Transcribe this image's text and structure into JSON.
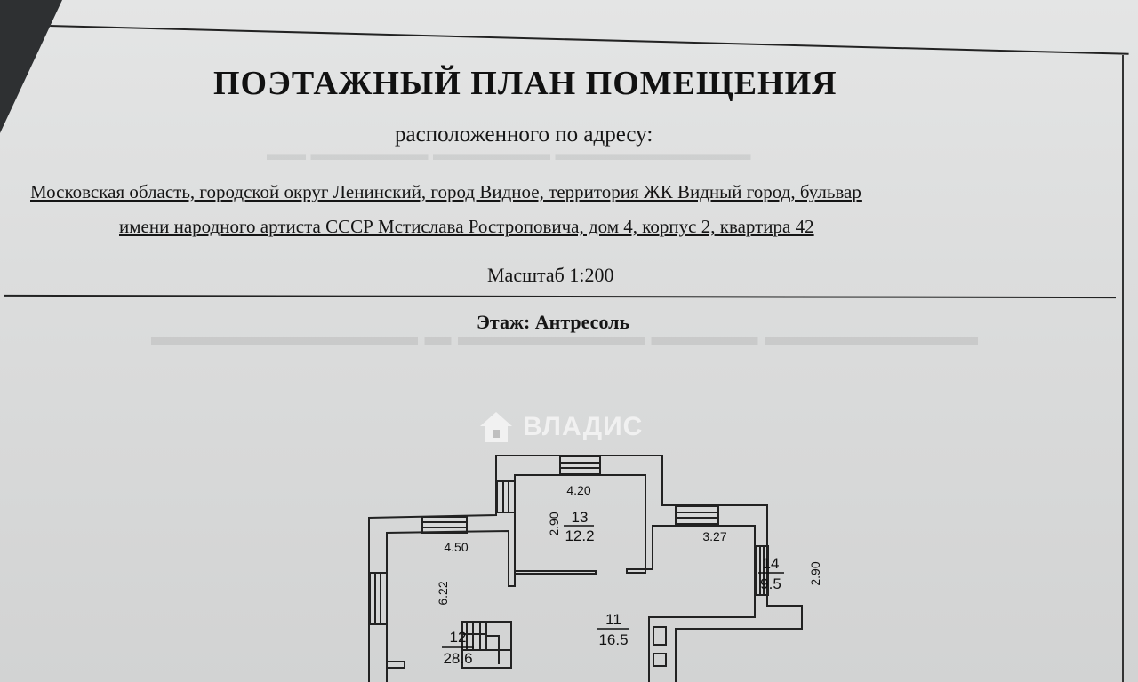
{
  "document": {
    "title": "ПОЭТАЖНЫЙ ПЛАН ПОМЕЩЕНИЯ",
    "subtitle": "расположенного по адресу:",
    "address_line1": "Московская область, городской округ Ленинский, город Видное, территория ЖК Видный город, бульвар",
    "address_line2": "имени народного артиста СССР Мстислава Ростроповича, дом 4, корпус 2, квартира 42",
    "scale": "Масштаб 1:200",
    "floor": "Этаж: Антресоль"
  },
  "watermark": {
    "text": "ВЛАДИС",
    "icon": "house-icon"
  },
  "plan": {
    "rooms": [
      {
        "number": "13",
        "area": "12.2",
        "width": "4.20",
        "depth": "2.90"
      },
      {
        "number": "14",
        "area": "9.5",
        "width": "3.27",
        "depth": "2.90"
      },
      {
        "number": "12",
        "area": "28.6",
        "width": "4.50",
        "depth": "6.22"
      },
      {
        "number": "11",
        "area": "16.5"
      }
    ]
  }
}
